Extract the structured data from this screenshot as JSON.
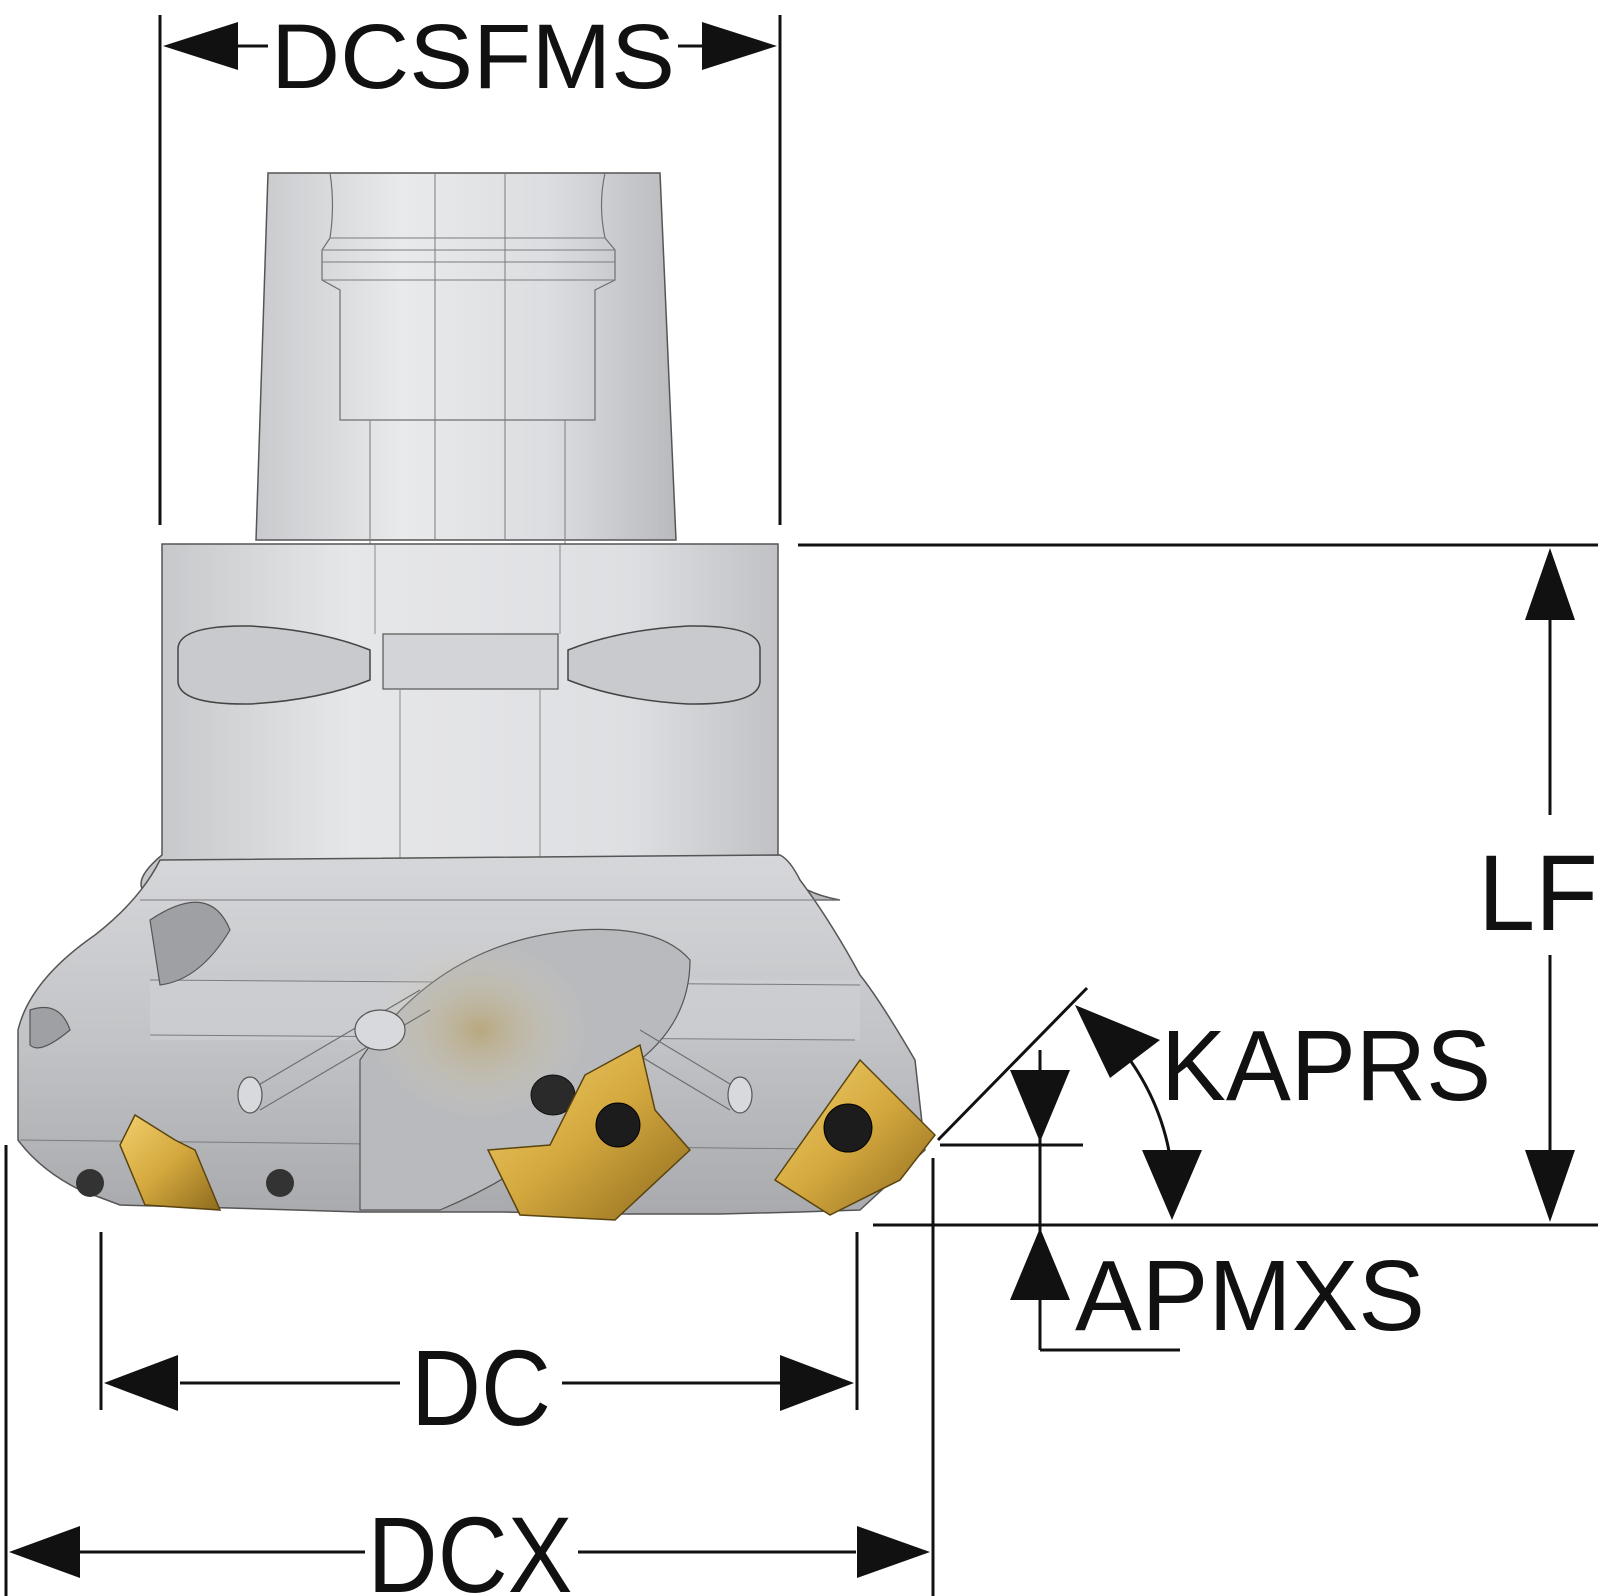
{
  "labels": {
    "dcsfms": "DCSFMS",
    "lf": "LF",
    "kaprs": "KAPRS",
    "apmxs": "APMXS",
    "dc": "DC",
    "dcx": "DCX"
  },
  "colors": {
    "line": "#111111",
    "body_light": "#e2e3e6",
    "body_mid": "#c8c9cc",
    "body_dark": "#a8a9ad",
    "insert_gold": "#d9b04a",
    "insert_dark": "#8a6a1c",
    "background": "#ffffff"
  }
}
